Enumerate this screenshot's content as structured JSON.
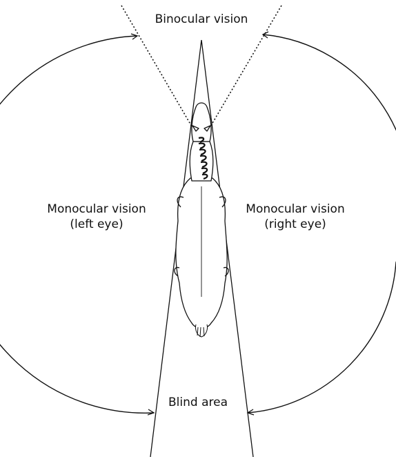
{
  "labels": {
    "binocular": "Binocular vision",
    "monocular_left_line1": "Monocular vision",
    "monocular_left_line2": "(left eye)",
    "monocular_right_line1": "Monocular vision",
    "monocular_right_line2": "(right eye)",
    "blind_area": "Blind area"
  },
  "colors": {
    "line": "#111111",
    "background": "#ffffff"
  }
}
